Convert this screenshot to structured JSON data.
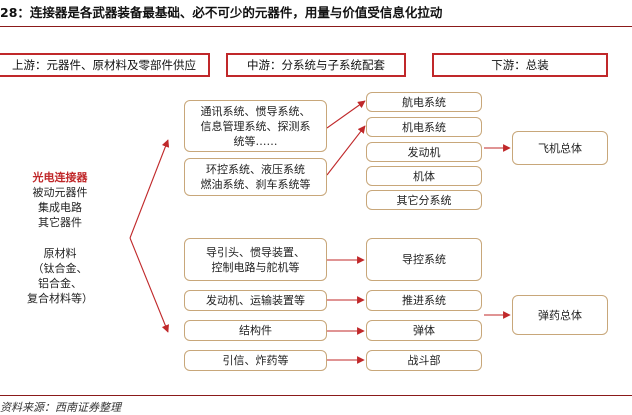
{
  "title": "28：连接器是各武器装备最基础、必不可少的元器件，用量与价值受信息化拉动",
  "headers": {
    "upstream": "上游：元器件、原材料及零部件供应",
    "midstream": "中游：分系统与子系统配套",
    "downstream": "下游：总装"
  },
  "left_column": {
    "highlight": "光电连接器",
    "items_a": [
      "被动元器件",
      "集成电路",
      "其它器件"
    ],
    "items_b": [
      "原材料",
      "（钛合金、",
      "铝合金、",
      "复合材料等）"
    ]
  },
  "components": {
    "comm": [
      "通讯系统、惯导系统、",
      "信息管理系统、探测系",
      "统等……"
    ],
    "env": [
      "环控系统、液压系统",
      "燃油系统、刹车系统等"
    ],
    "guide": [
      "导引头、惯导装置、",
      "控制电路与舵机等"
    ],
    "engine": "发动机、运输装置等",
    "structure": "结构件",
    "fuse": "引信、炸药等"
  },
  "subsystems": {
    "avionics": "航电系统",
    "electrical": "机电系统",
    "engine": "发动机",
    "body": "机体",
    "other": "其它分系统",
    "guidance": "导控系统",
    "propulsion": "推进系统",
    "missile_body": "弹体",
    "warhead": "战斗部"
  },
  "products": {
    "aircraft": "飞机总体",
    "missile": "弹药总体"
  },
  "source": "资料来源：西南证券整理",
  "colors": {
    "accent_red": "#c0282a",
    "box_border": "#c8a77a",
    "rule": "#8b1a1a"
  }
}
